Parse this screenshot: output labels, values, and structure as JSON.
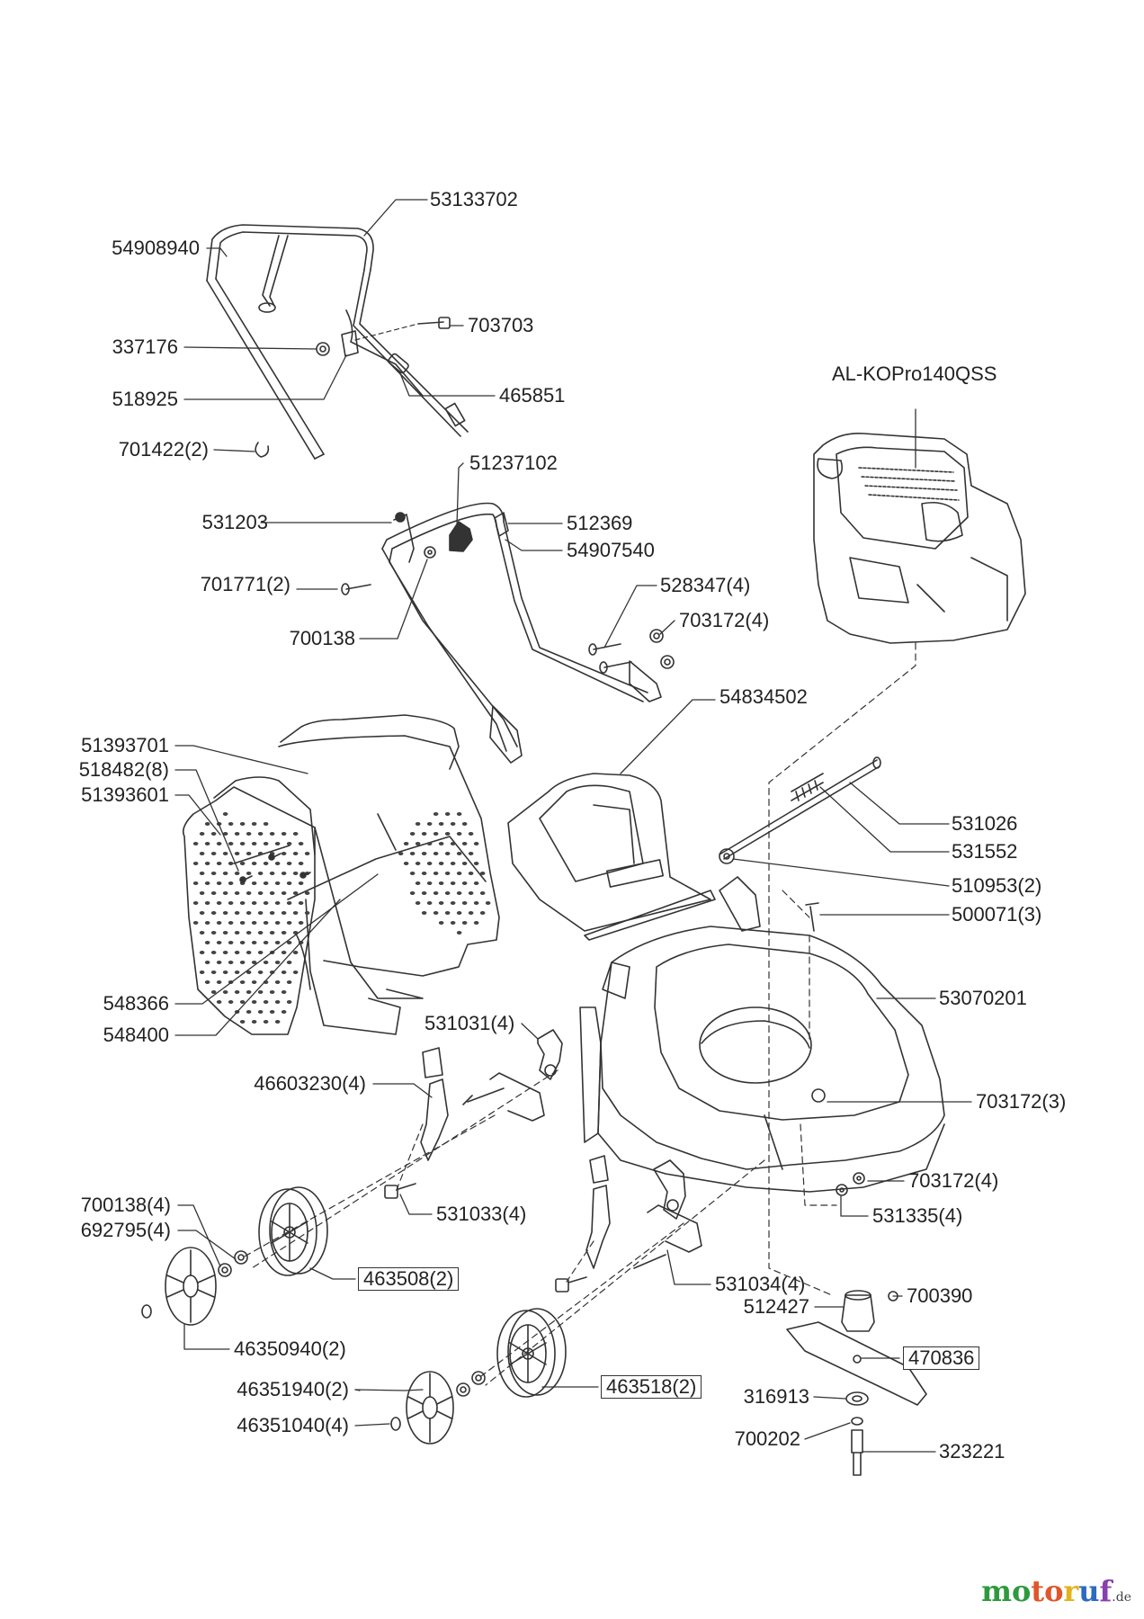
{
  "labels": [
    {
      "id": "53133702",
      "text": "53133702"
    },
    {
      "id": "54908940",
      "text": "54908940"
    },
    {
      "id": "337176",
      "text": "337176"
    },
    {
      "id": "703703",
      "text": "703703"
    },
    {
      "id": "518925",
      "text": "518925"
    },
    {
      "id": "465851",
      "text": "465851"
    },
    {
      "id": "701422",
      "text": "701422(2)"
    },
    {
      "id": "AL-KO",
      "text": "AL-KOPro140QSS"
    },
    {
      "id": "51237102",
      "text": "51237102"
    },
    {
      "id": "531203",
      "text": "531203"
    },
    {
      "id": "512369",
      "text": "512369"
    },
    {
      "id": "54907540",
      "text": "54907540"
    },
    {
      "id": "701771",
      "text": "701771(2)"
    },
    {
      "id": "528347",
      "text": "528347(4)"
    },
    {
      "id": "703172a",
      "text": "703172(4)"
    },
    {
      "id": "700138a",
      "text": "700138"
    },
    {
      "id": "54834502",
      "text": "54834502"
    },
    {
      "id": "51393701",
      "text": "51393701"
    },
    {
      "id": "518482",
      "text": "518482(8)"
    },
    {
      "id": "51393601",
      "text": "51393601"
    },
    {
      "id": "531026",
      "text": "531026"
    },
    {
      "id": "531552",
      "text": "531552"
    },
    {
      "id": "510953",
      "text": "510953(2)"
    },
    {
      "id": "500071",
      "text": "500071(3)"
    },
    {
      "id": "548366",
      "text": "548366"
    },
    {
      "id": "53070201",
      "text": "53070201"
    },
    {
      "id": "548400",
      "text": "548400"
    },
    {
      "id": "531031",
      "text": "531031(4)"
    },
    {
      "id": "46603230",
      "text": "46603230(4)"
    },
    {
      "id": "703172b",
      "text": "703172(3)"
    },
    {
      "id": "703172c",
      "text": "703172(4)"
    },
    {
      "id": "700138b",
      "text": "700138(4)"
    },
    {
      "id": "531033",
      "text": "531033(4)"
    },
    {
      "id": "531335",
      "text": "531335(4)"
    },
    {
      "id": "692795",
      "text": "692795(4)"
    },
    {
      "id": "463508",
      "text": "463508(2)"
    },
    {
      "id": "531034",
      "text": "531034(4)"
    },
    {
      "id": "700390",
      "text": "700390"
    },
    {
      "id": "512427",
      "text": "512427"
    },
    {
      "id": "46350940",
      "text": "46350940(2)"
    },
    {
      "id": "470836",
      "text": "470836"
    },
    {
      "id": "46351940",
      "text": "46351940(2)"
    },
    {
      "id": "463518",
      "text": "463518(2)"
    },
    {
      "id": "316913",
      "text": "316913"
    },
    {
      "id": "46351040",
      "text": "46351040(4)"
    },
    {
      "id": "700202",
      "text": "700202"
    },
    {
      "id": "323221",
      "text": "323221"
    }
  ],
  "watermark": {
    "parts": [
      "mo",
      "to",
      "r",
      "u",
      "f"
    ],
    "tld": ".de"
  }
}
